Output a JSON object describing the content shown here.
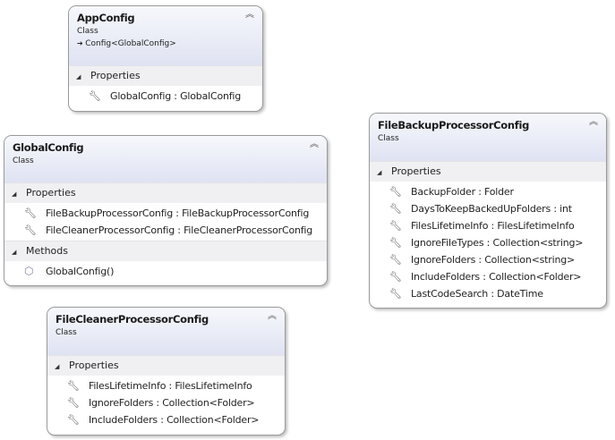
{
  "classes": [
    {
      "id": "appconfig",
      "title": "AppConfig",
      "kind": "Class",
      "base": "Config<GlobalConfig>",
      "header_h": 66,
      "sections": [
        {
          "label": "Properties",
          "members": [
            {
              "icon": "wrench-icon",
              "text": "GlobalConfig : GlobalConfig"
            }
          ]
        }
      ]
    },
    {
      "id": "globalconfig",
      "title": "GlobalConfig",
      "kind": "Class",
      "header_h": 52,
      "sections": [
        {
          "label": "Properties",
          "members": [
            {
              "icon": "wrench-icon",
              "text": "FileBackupProcessorConfig : FileBackupProcessorConfig"
            },
            {
              "icon": "wrench-icon",
              "text": "FileCleanerProcessorConfig : FileCleanerProcessorConfig"
            }
          ]
        },
        {
          "label": "Methods",
          "members": [
            {
              "icon": "method-cube-icon",
              "text": "GlobalConfig()"
            }
          ]
        }
      ]
    },
    {
      "id": "filebackupprocessorconfig",
      "title": "FileBackupProcessorConfig",
      "kind": "Class",
      "header_h": 53,
      "sections": [
        {
          "label": "Properties",
          "members": [
            {
              "icon": "wrench-icon",
              "text": "BackupFolder : Folder"
            },
            {
              "icon": "wrench-icon",
              "text": "DaysToKeepBackedUpFolders : int"
            },
            {
              "icon": "wrench-icon",
              "text": "FilesLifetimeInfo : FilesLifetimeInfo"
            },
            {
              "icon": "wrench-icon",
              "text": "IgnoreFileTypes : Collection<string>"
            },
            {
              "icon": "wrench-icon",
              "text": "IgnoreFolders : Collection<string>"
            },
            {
              "icon": "wrench-icon",
              "text": "IncludeFolders : Collection<Folder>"
            },
            {
              "icon": "wrench-icon",
              "text": "LastCodeSearch : DateTime"
            }
          ]
        }
      ]
    },
    {
      "id": "filecleanerprocessorconfig",
      "title": "FileCleanerProcessorConfig",
      "kind": "Class",
      "header_h": 53,
      "sections": [
        {
          "label": "Properties",
          "members": [
            {
              "icon": "wrench-icon",
              "text": "FilesLifetimeInfo : FilesLifetimeInfo"
            },
            {
              "icon": "wrench-icon",
              "text": "IgnoreFolders : Collection<Folder>"
            },
            {
              "icon": "wrench-icon",
              "text": "IncludeFolders : Collection<Folder>"
            }
          ]
        }
      ]
    }
  ]
}
